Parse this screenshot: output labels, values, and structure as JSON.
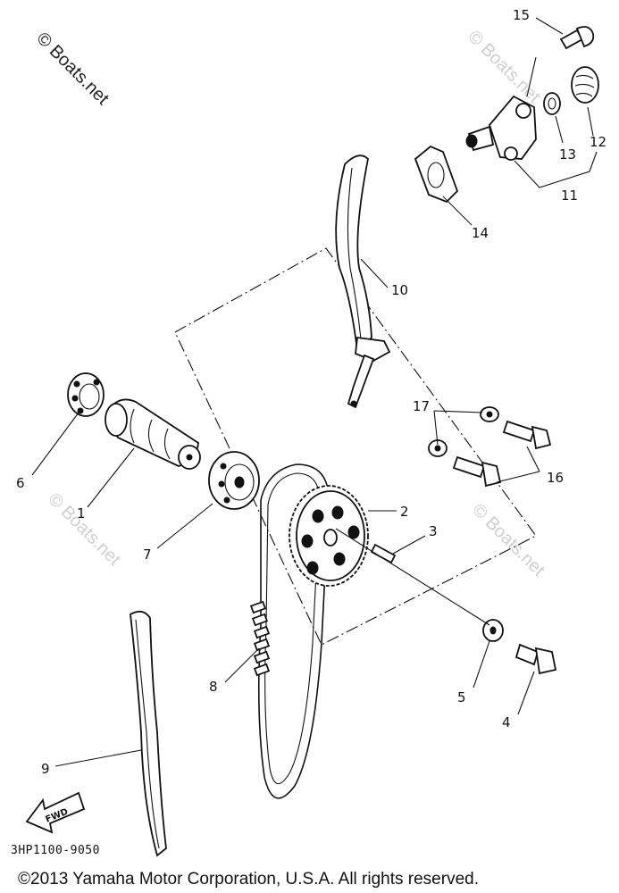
{
  "watermark": "© Boats.net",
  "diagram_code": "3HP1100-9050",
  "fwd_label": "FWD",
  "copyright": "©2013 Yamaha Motor Corporation, U.S.A. All rights reserved.",
  "callouts": {
    "c1": "1",
    "c2": "2",
    "c3": "3",
    "c4": "4",
    "c5": "5",
    "c6": "6",
    "c7": "7",
    "c8": "8",
    "c9": "9",
    "c10": "10",
    "c11": "11",
    "c12": "12",
    "c13": "13",
    "c14": "14",
    "c15": "15",
    "c16": "16",
    "c17": "17"
  }
}
